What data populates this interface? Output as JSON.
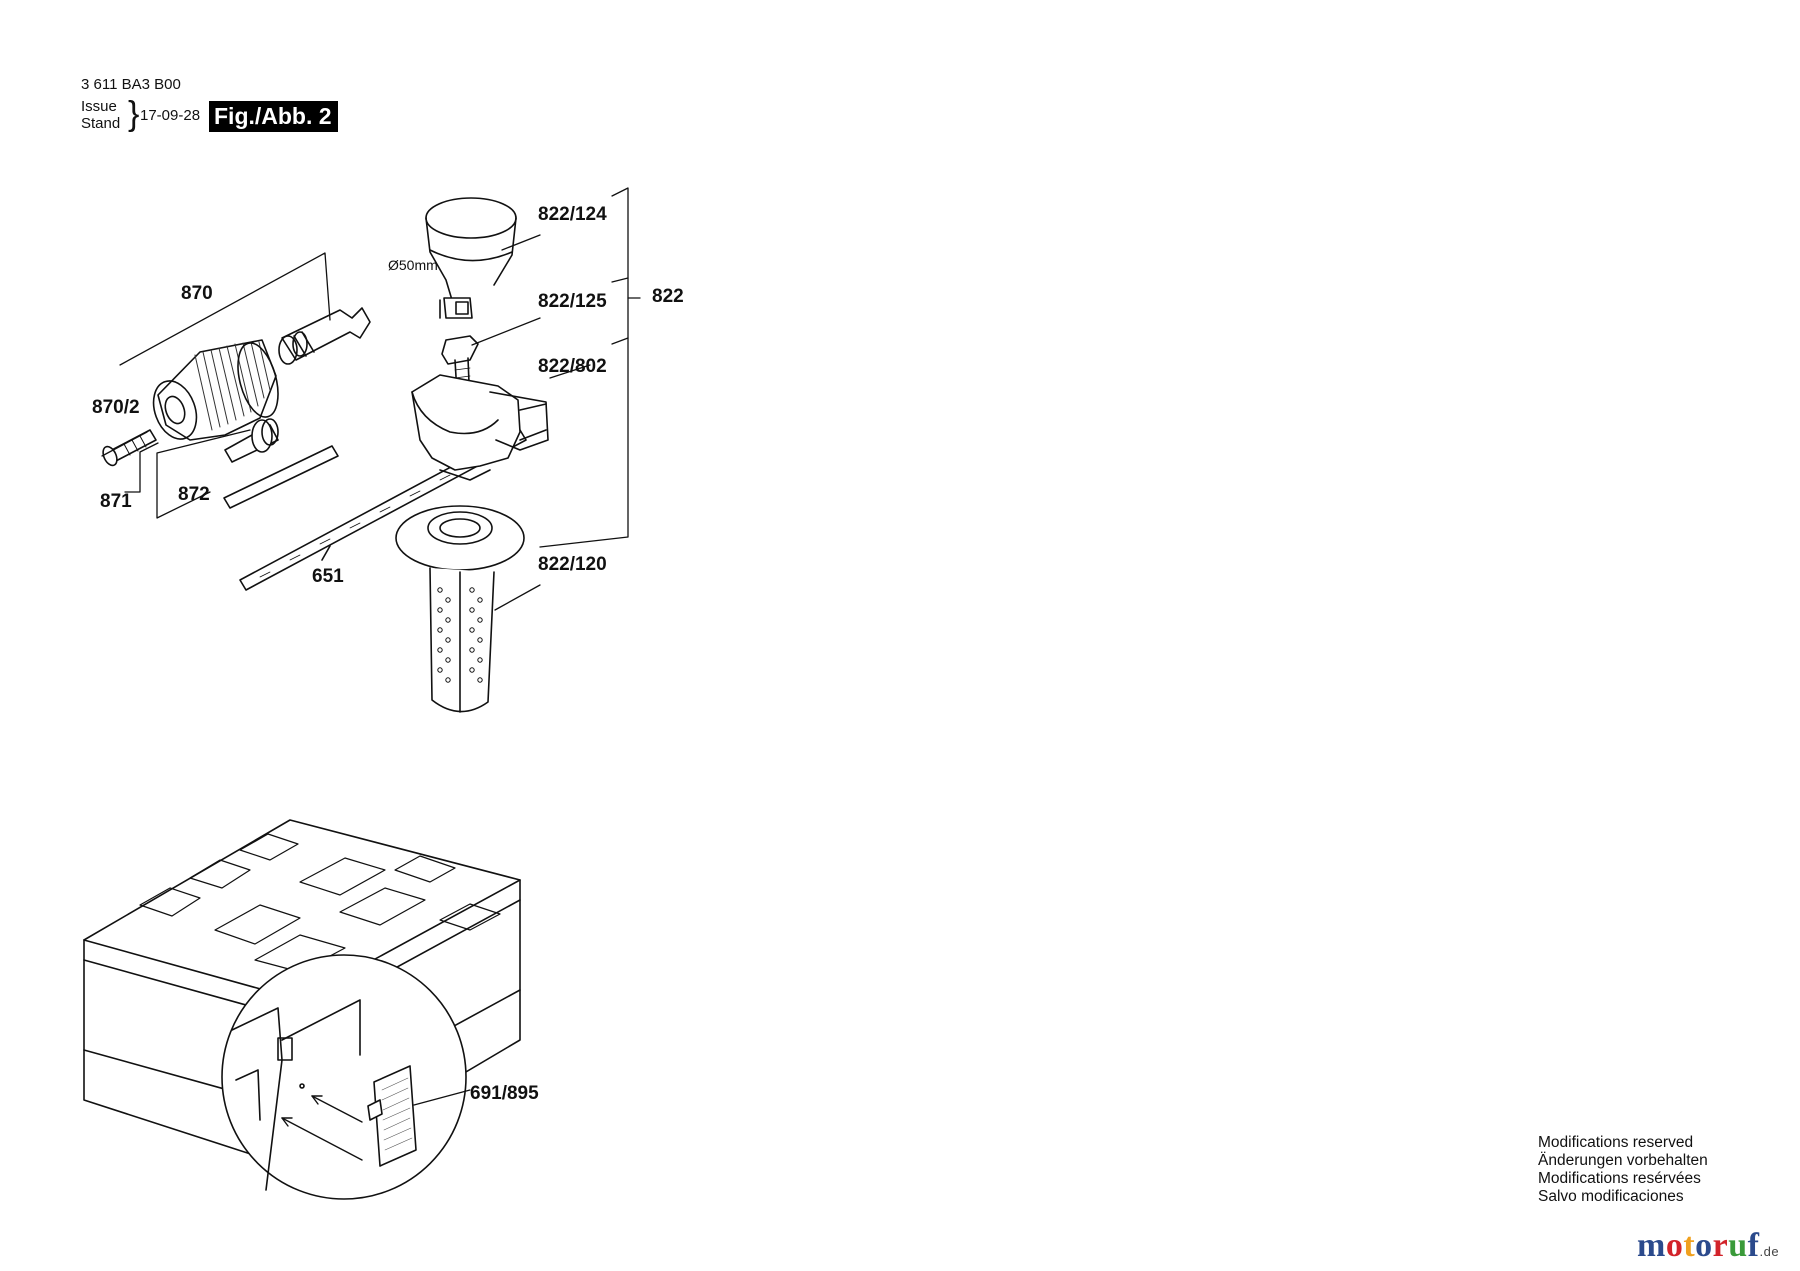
{
  "header": {
    "part_number": "3 611 BA3 B00",
    "issue_label_en": "Issue",
    "issue_label_de": "Stand",
    "issue_date": "17-09-28",
    "figure_label": "Fig./Abb. 2"
  },
  "callouts": {
    "c870": "870",
    "c870_2": "870/2",
    "c871": "871",
    "c872": "872",
    "c651": "651",
    "c822": "822",
    "c822_124": "822/124",
    "c822_125": "822/125",
    "c822_802": "822/802",
    "c822_120": "822/120",
    "c691_895": "691/895",
    "diameter": "Ø50mm"
  },
  "notes": [
    "Modifications reserved",
    "Änderungen vorbehalten",
    "Modifications resérvées",
    "Salvo modificaciones"
  ],
  "watermark": {
    "letters": [
      "m",
      "o",
      "t",
      "o",
      "r",
      "u",
      "f"
    ],
    "letter_colors": [
      "#2b4a8c",
      "#d2232a",
      "#f0a01e",
      "#2b4a8c",
      "#d2232a",
      "#3a9a3a",
      "#2b4a8c"
    ],
    "suffix": ".de"
  }
}
